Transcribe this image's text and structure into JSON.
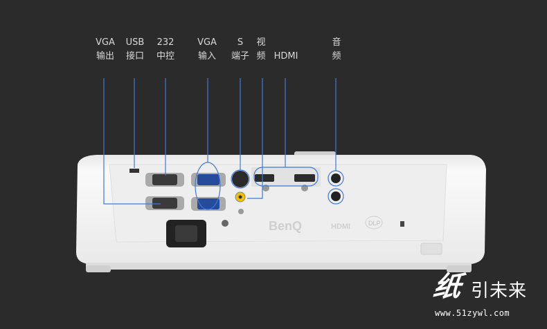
{
  "labels": [
    {
      "line1": "VGA",
      "line2": "输出"
    },
    {
      "line1": "USB",
      "line2": "接口"
    },
    {
      "line1": "232",
      "line2": "中控"
    },
    {
      "line1": "VGA",
      "line2": "输入"
    },
    {
      "line1": "S",
      "line2": "端子"
    },
    {
      "line1": "视",
      "line2": "频"
    },
    {
      "line1": "",
      "line2": "HDMI"
    },
    {
      "line1": "音",
      "line2": "频"
    }
  ],
  "brand": "BenQ",
  "hdmi_logo": "HDMI",
  "dlp_logo": "DLP",
  "watermark": {
    "big": "纸",
    "rest": "引未来",
    "url": "www.51zywl.com"
  },
  "colors": {
    "background": "#2b2b2c",
    "callout": "#3f78d8",
    "body": "#f2f2f2"
  }
}
